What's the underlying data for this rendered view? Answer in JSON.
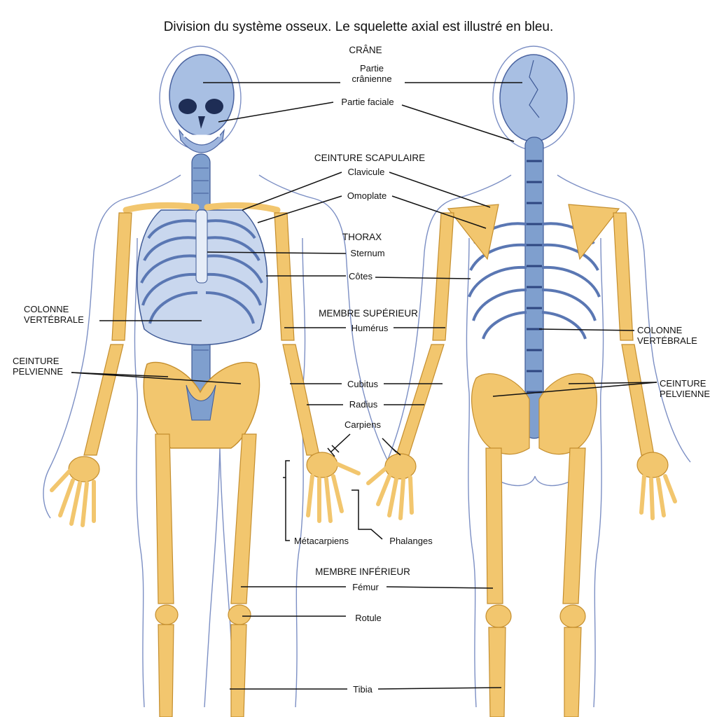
{
  "title": "Division du système osseux. Le squelette axial est illustré en bleu.",
  "colors": {
    "axial_skeleton": "#7f9fce",
    "appendicular_skeleton": "#f2c66e",
    "body_outline": "#7c8fc4",
    "leader_lines": "#111111"
  },
  "labels": {
    "crane": "CRÂNE",
    "partie_cranienne": "Partie\ncrânienne",
    "partie_faciale": "Partie faciale",
    "ceinture_scapulaire": "CEINTURE SCAPULAIRE",
    "clavicule": "Clavicule",
    "omoplate": "Omoplate",
    "thorax": "THORAX",
    "sternum": "Sternum",
    "cotes": "Côtes",
    "membre_superieur": "MEMBRE SUPÉRIEUR",
    "humerus": "Humérus",
    "cubitus": "Cubitus",
    "radius": "Radius",
    "carpiens": "Carpiens",
    "metacarpiens": "Métacarpiens",
    "phalanges": "Phalanges",
    "membre_inferieur": "MEMBRE INFÉRIEUR",
    "femur": "Fémur",
    "rotule": "Rotule",
    "tibia": "Tibia",
    "colonne_left": "COLONNE\nVERTÉBRALE",
    "ceinture_pelvienne_left": "CEINTURE\nPELVIENNE",
    "colonne_right": "COLONNE\nVERTÉBRALE",
    "ceinture_pelvienne_right": "CEINTURE\nPELVIENNE"
  }
}
